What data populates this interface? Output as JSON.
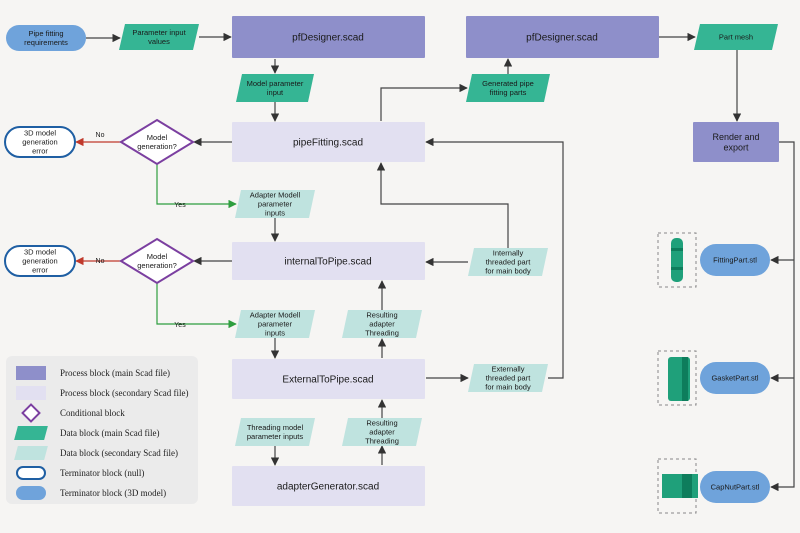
{
  "nodes": {
    "pipe_req": "Pipe fitting requirements",
    "param_input": "Parameter input values",
    "pfdesigner_top": "pfDesigner.scad",
    "pfdesigner_right": "pfDesigner.scad",
    "part_mesh": "Part mesh",
    "model_param_input": "Model parameter input",
    "generated_parts": "Generated pipe fitting parts",
    "pipe_fitting": "pipeFitting.scad",
    "render_export": "Render and export",
    "model_gen_1": "Model generation?",
    "error_1": "3D model generation error",
    "adapter_inputs_1": "Adapter Modell parameter inputs",
    "internal_to_pipe": "internalToPipe.scad",
    "internally_threaded": "Internally threaded part for main body",
    "model_gen_2": "Model generation?",
    "error_2": "3D model generation error",
    "adapter_inputs_2": "Adapter Modell parameter inputs",
    "resulting_threading_1": "Resulting adapter Threading",
    "external_to_pipe": "ExternalToPipe.scad",
    "externally_threaded": "Externally threaded part for main body",
    "threading_inputs": "Threading model parameter inputs",
    "resulting_threading_2": "Resulting adapter Threading",
    "adapter_generator": "adapterGenerator.scad",
    "fitting_part": "FittingPart.stl",
    "gasket_part": "GasketPart.stl",
    "capnut_part": "CapNutPart.stl"
  },
  "edge_labels": {
    "no_1": "No",
    "yes_1": "Yes",
    "no_2": "No",
    "yes_2": "Yes"
  },
  "legend": [
    {
      "kind": "process-main",
      "label": "Process block (main Scad file)"
    },
    {
      "kind": "process-secondary",
      "label": "Process block (secondary Scad file)"
    },
    {
      "kind": "conditional",
      "label": "Conditional block"
    },
    {
      "kind": "data-main",
      "label": "Data block (main Scad file)"
    },
    {
      "kind": "data-secondary",
      "label": "Data block (secondary Scad file)"
    },
    {
      "kind": "terminator-null",
      "label": "Terminator block (null)"
    },
    {
      "kind": "terminator-3d",
      "label": "Terminator block (3D model)"
    }
  ],
  "colors": {
    "process_main": "#8e8fca",
    "process_secondary": "#e2e0f1",
    "data_main": "#35b594",
    "data_secondary": "#bfe3df",
    "terminator_3d": "#6fa3db",
    "terminator_null_border": "#1f5fa3",
    "conditional_border": "#7b3fa0",
    "no_edge": "#c0392b",
    "yes_edge": "#2e9e3e",
    "part_green": "#1fa07a"
  }
}
